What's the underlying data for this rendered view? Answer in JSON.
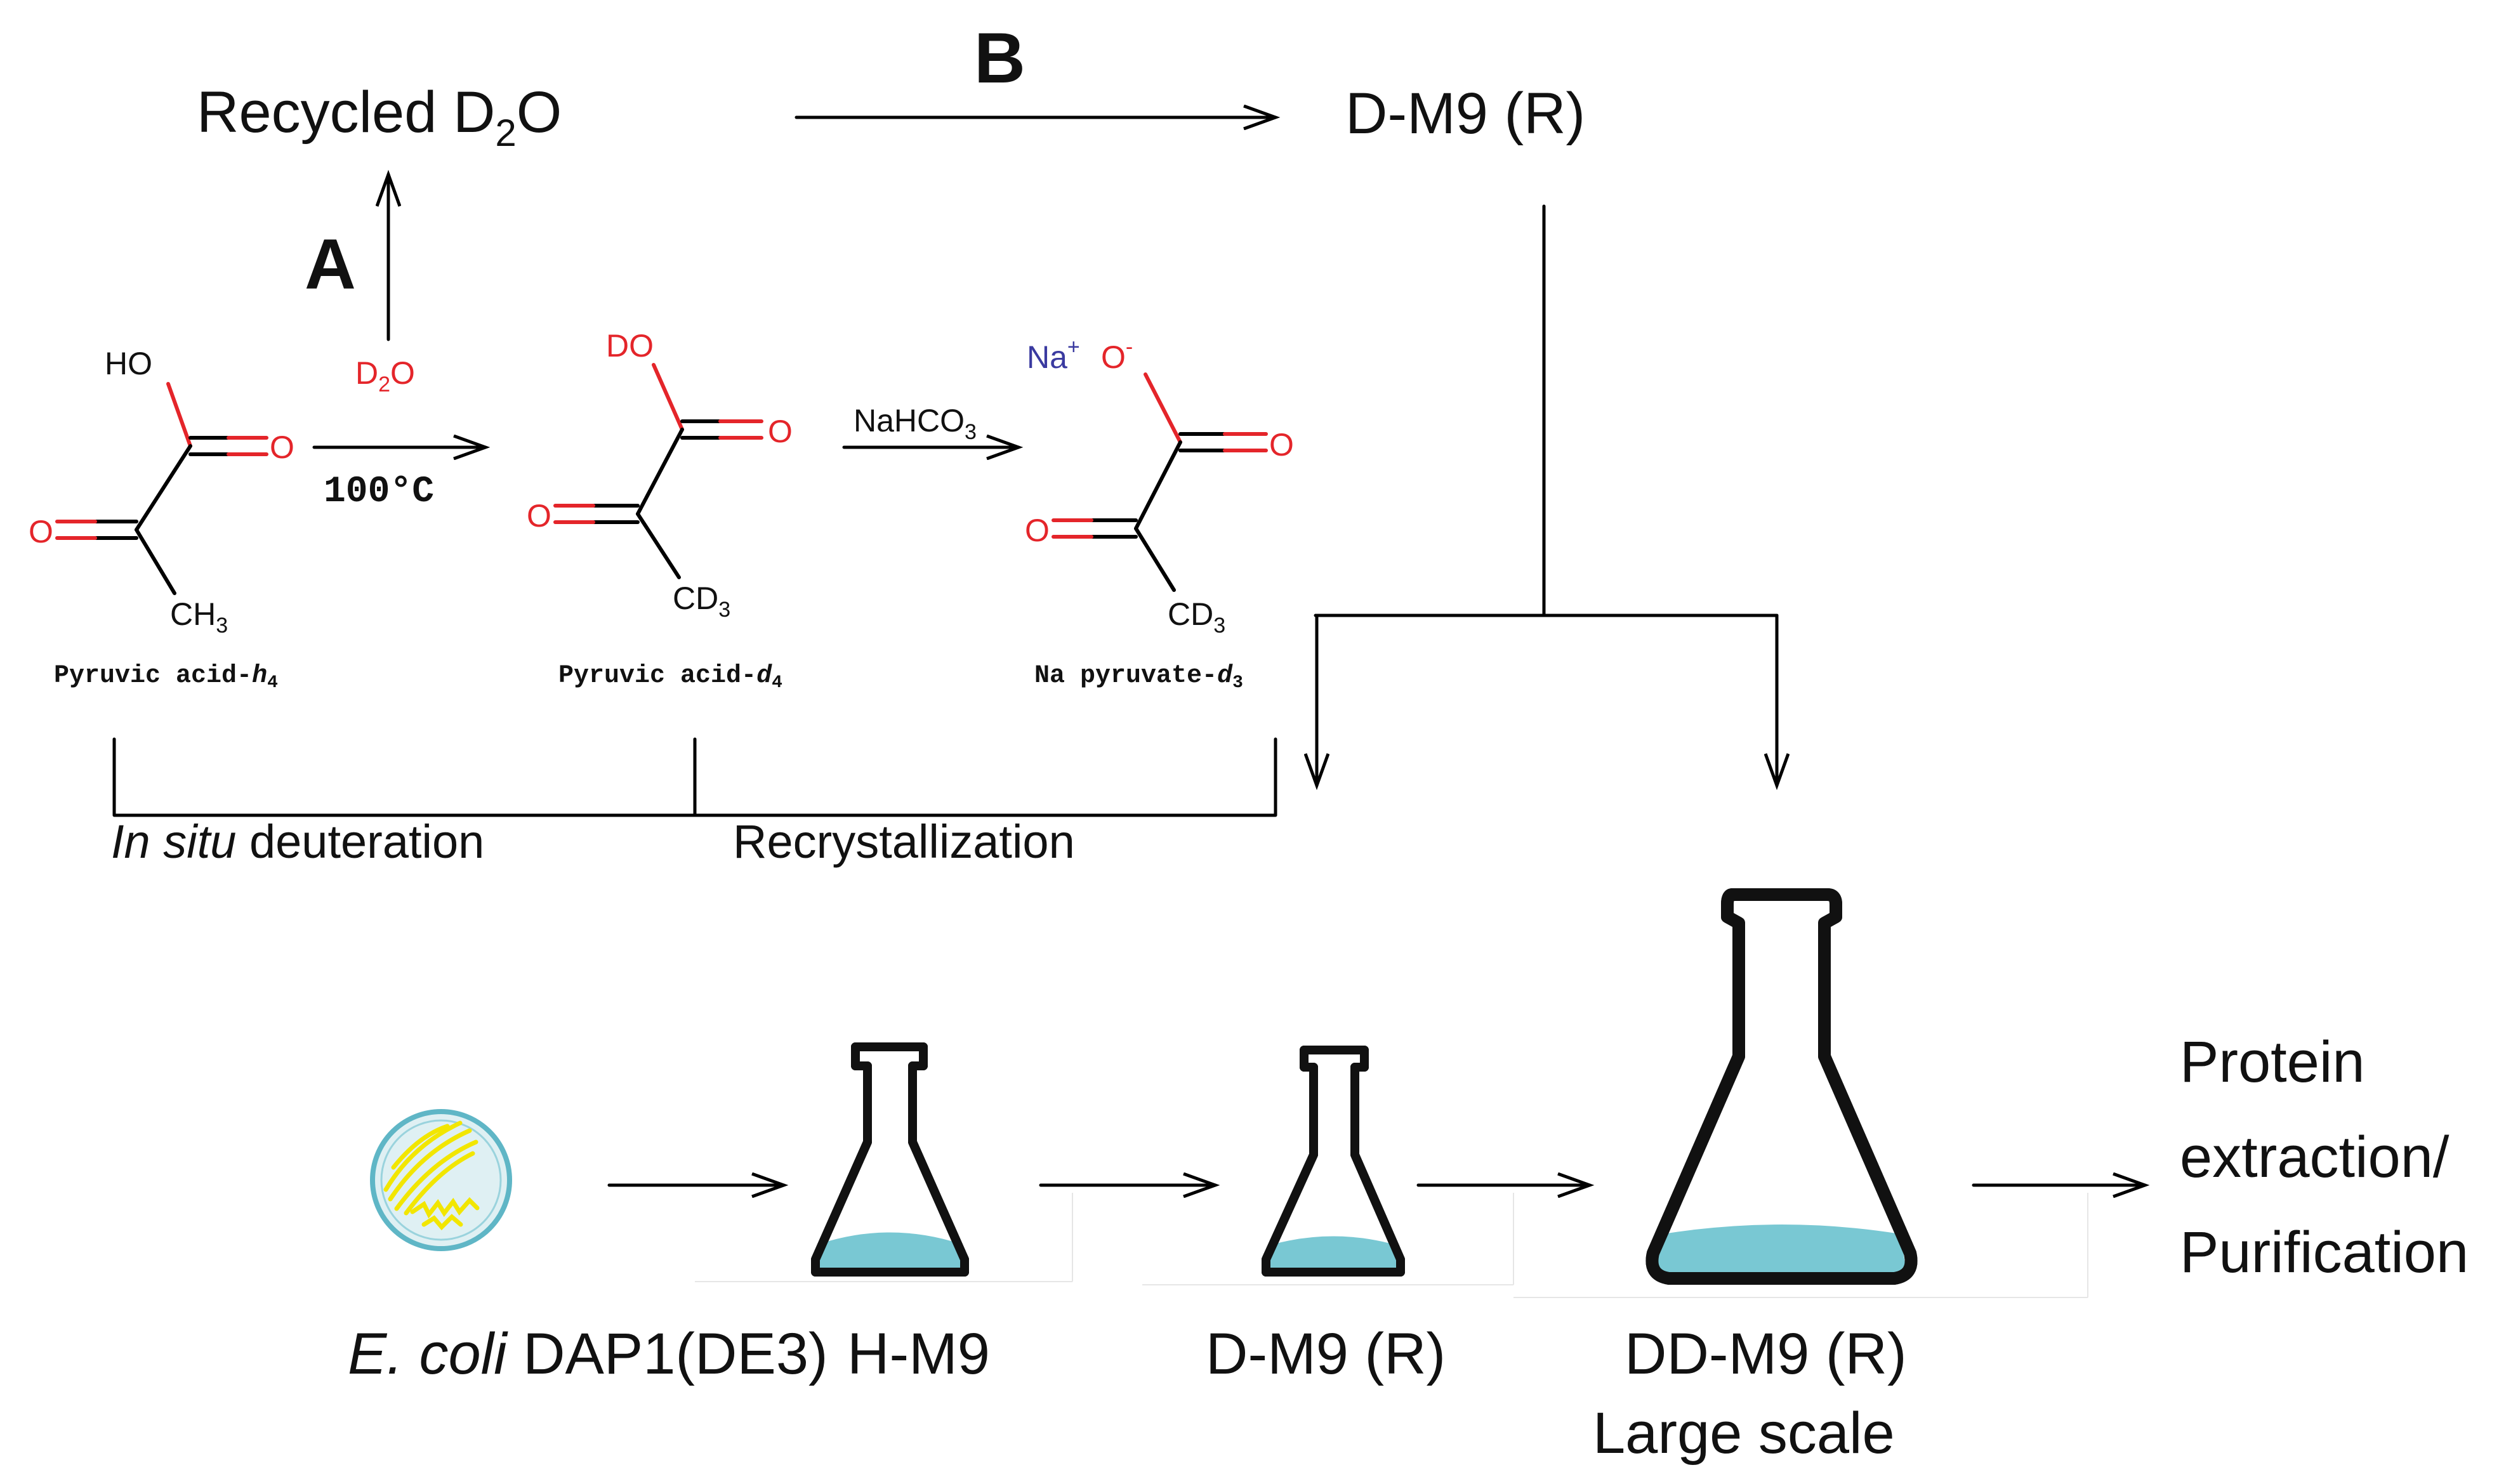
{
  "top": {
    "recycled_prefix": "Recycled D",
    "recycled_sub": "2",
    "recycled_suffix": "O",
    "label_a": "A",
    "label_b": "B",
    "dm9_top": "D-M9 (R)"
  },
  "reaction": {
    "d2o_d": "D",
    "d2o_sub": "2",
    "d2o_o": "O",
    "temperature": "100°C",
    "reagent_prefix": "NaHCO",
    "reagent_sub": "3"
  },
  "molecules": {
    "m1": {
      "ho": "HO",
      "o_dbl": "O",
      "o_ketone": "O",
      "methyl": "CH",
      "methyl_sub": "3",
      "name_prefix": "Pyruvic acid-",
      "name_italic": "h",
      "name_sub": "4"
    },
    "m2": {
      "do": "DO",
      "o_dbl": "O",
      "o_ketone": "O",
      "methyl": "CD",
      "methyl_sub": "3",
      "name_prefix": "Pyruvic acid-",
      "name_italic": "d",
      "name_sub": "4"
    },
    "m3": {
      "na": "Na",
      "na_sup": "+",
      "o_minus": "O",
      "o_minus_sup": "-",
      "o_dbl": "O",
      "o_ketone": "O",
      "methyl": "CD",
      "methyl_sub": "3",
      "name_prefix": "Na pyruvate-",
      "name_italic": "d",
      "name_sub": "3"
    }
  },
  "brackets": {
    "insitu_italic": "In situ",
    "insitu_rest": " deuteration",
    "recrystallization": "Recrystallization"
  },
  "bottom": {
    "ecoli_italic": "E. coli",
    "ecoli_rest": " DAP1(DE3)",
    "hm9": "H-M9",
    "dm9": "D-M9 (R)",
    "ddm9": "DD-M9 (R)",
    "large_scale": "Large scale",
    "protein_line1": "Protein",
    "protein_line2": "extraction/",
    "protein_line3": "Purification"
  },
  "colors": {
    "oxygen": "#e4252a",
    "sodium": "#3a3aa0",
    "liquid": "#79c8d3",
    "petri_fill": "#dff0f3",
    "petri_ring": "#5fb6c6",
    "culture": "#f2e600"
  }
}
